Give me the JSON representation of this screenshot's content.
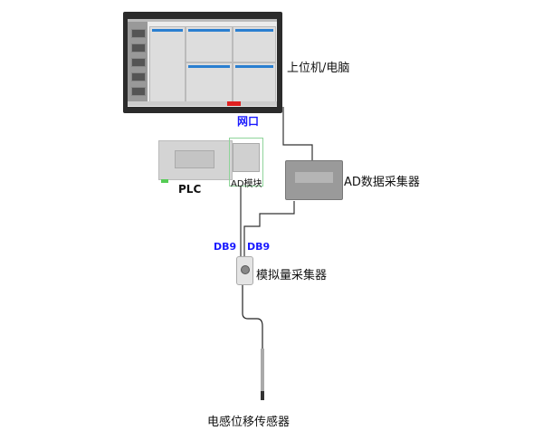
{
  "labels": {
    "pc": "上位机/电脑",
    "network_port": "网口",
    "ad_collector": "AD数据采集器",
    "plc": "PLC",
    "ad_module": "AD模块",
    "db9_left": "DB9",
    "db9_right": "DB9",
    "analog_collector": "模拟量采集器",
    "sensor": "电感位移传感器"
  },
  "colors": {
    "label_blue": "#1a1aff",
    "highlight_green": "#8fd49a",
    "cable": "#333333"
  }
}
